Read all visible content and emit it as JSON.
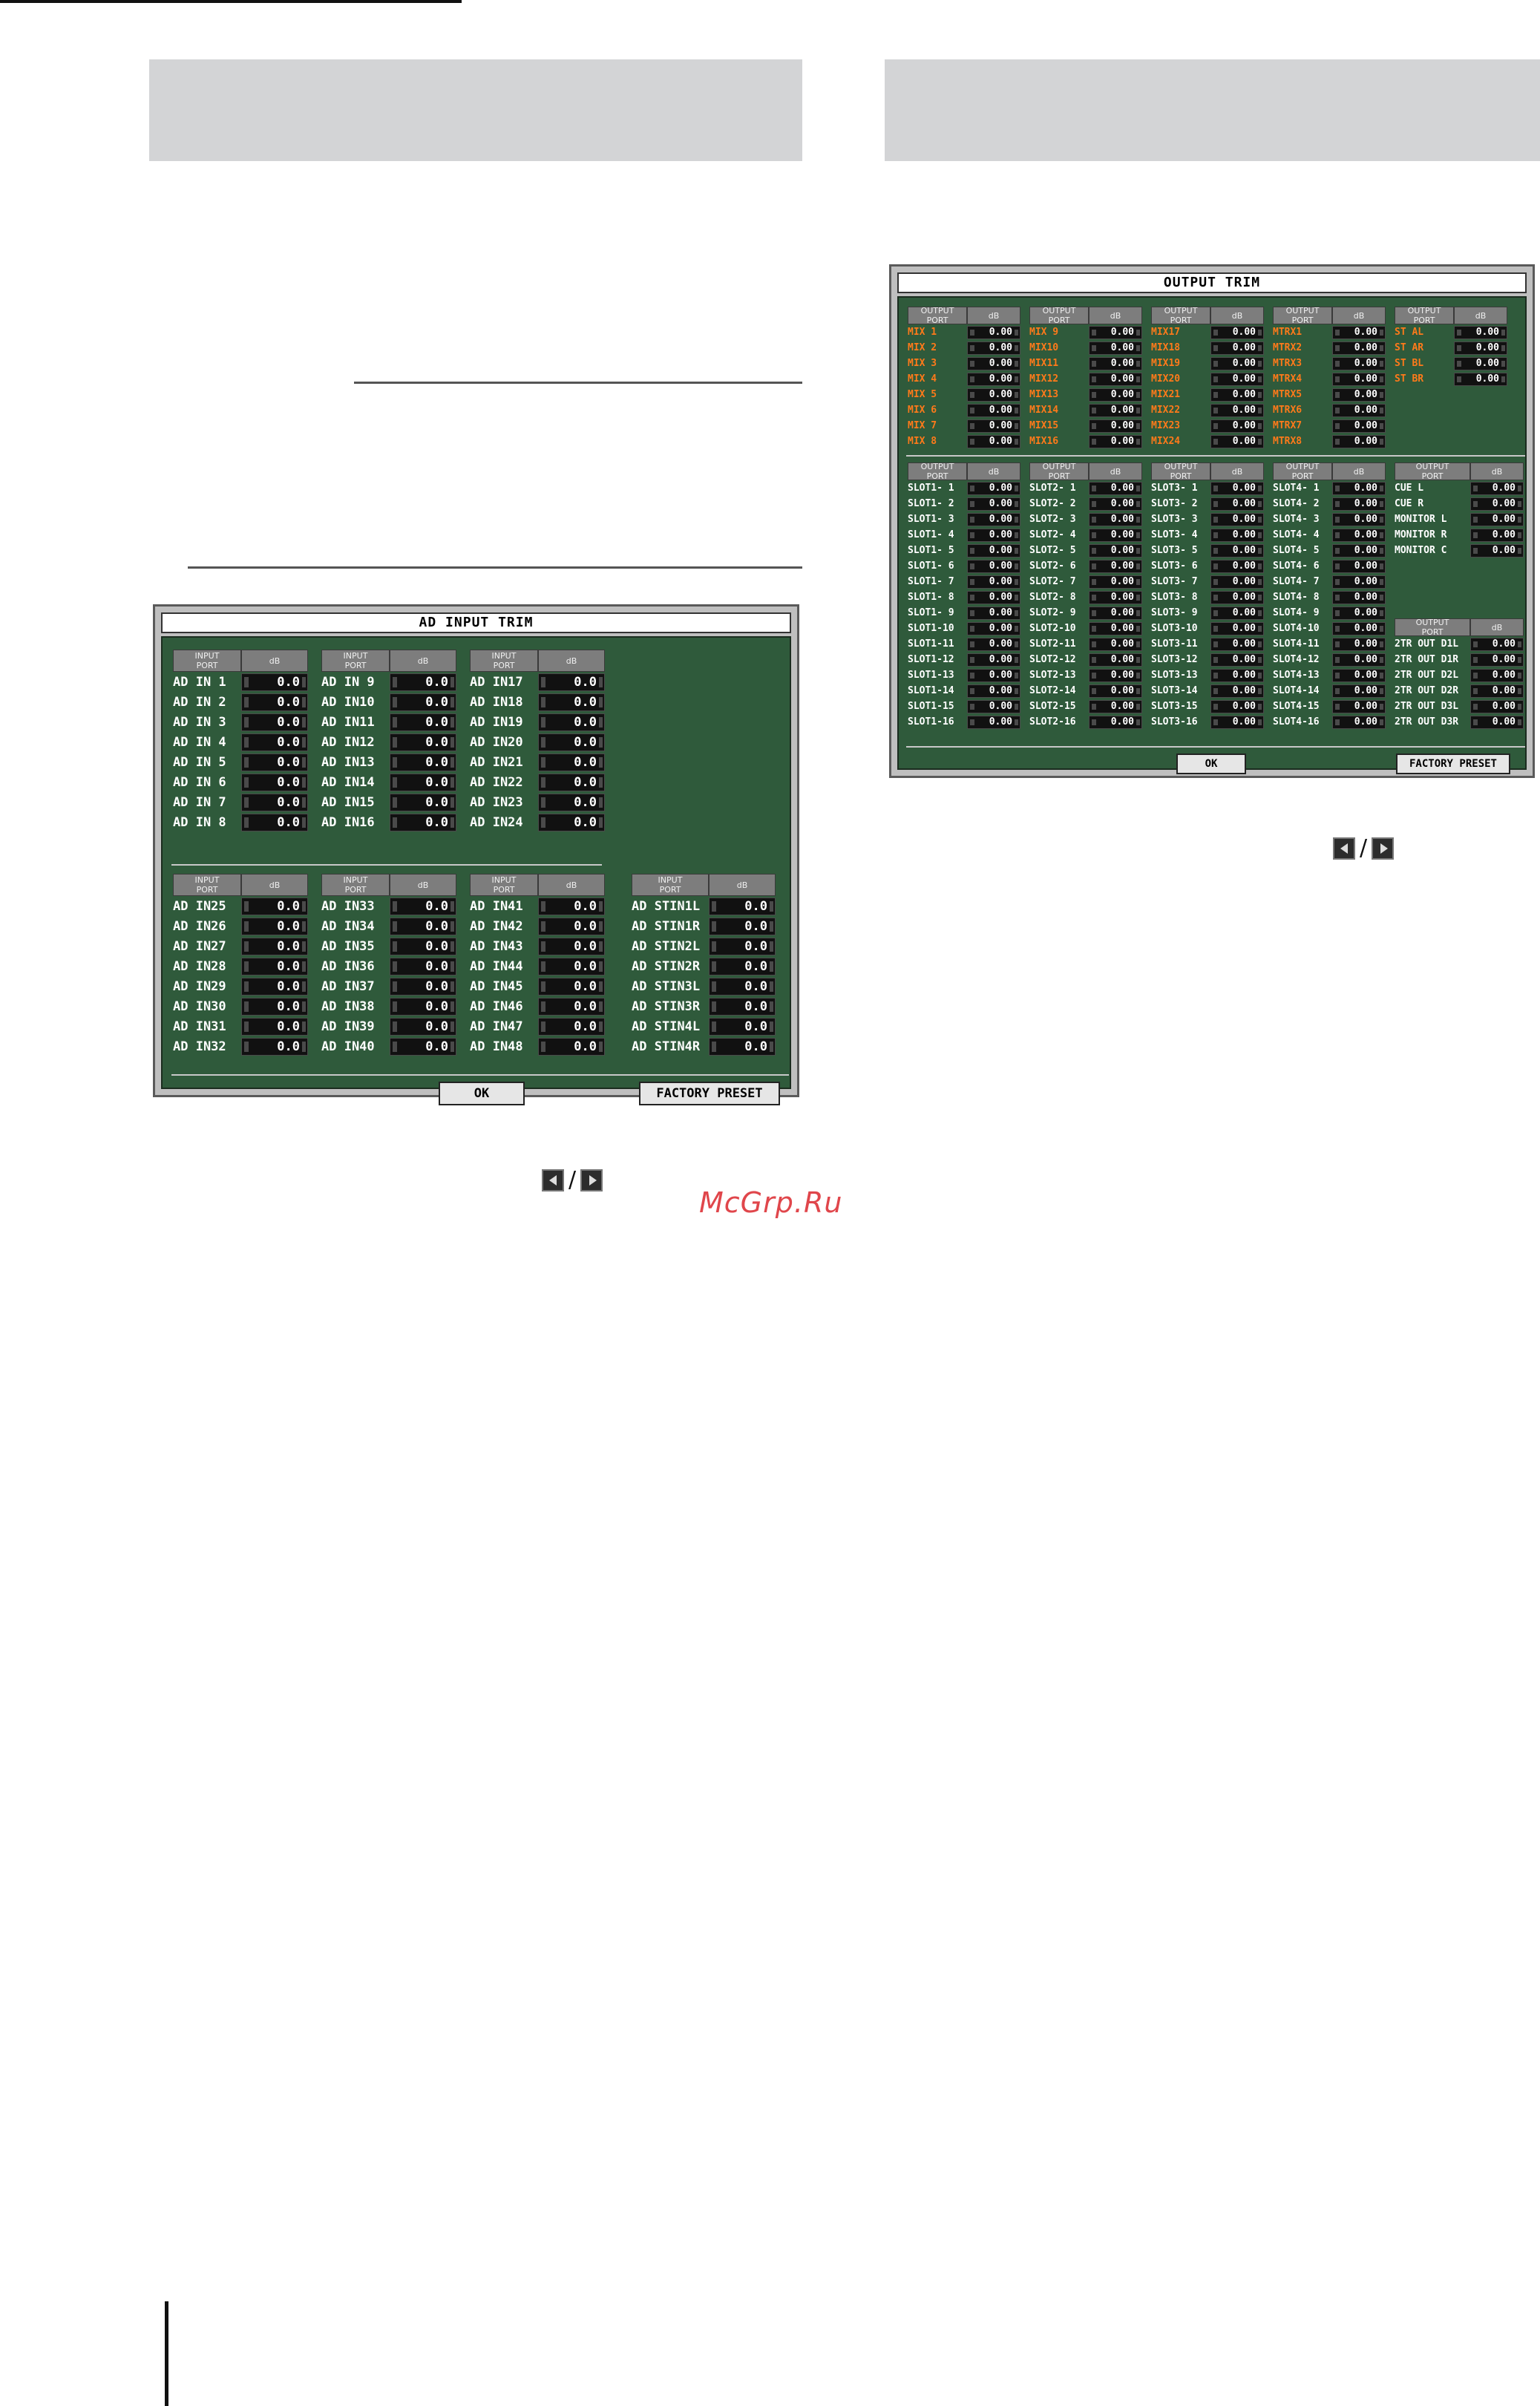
{
  "brand": "McGrp.Ru",
  "nav_sep": "/",
  "ad_input_trim": {
    "title": "AD INPUT TRIM",
    "head_port": "INPUT\nPORT",
    "head_db": "dB",
    "ok": "OK",
    "factory_preset": "FACTORY PRESET",
    "groups_top": [
      {
        "rows": [
          [
            "AD IN 1",
            "0.0"
          ],
          [
            "AD IN 2",
            "0.0"
          ],
          [
            "AD IN 3",
            "0.0"
          ],
          [
            "AD IN 4",
            "0.0"
          ],
          [
            "AD IN 5",
            "0.0"
          ],
          [
            "AD IN 6",
            "0.0"
          ],
          [
            "AD IN 7",
            "0.0"
          ],
          [
            "AD IN 8",
            "0.0"
          ]
        ]
      },
      {
        "rows": [
          [
            "AD IN 9",
            "0.0"
          ],
          [
            "AD IN10",
            "0.0"
          ],
          [
            "AD IN11",
            "0.0"
          ],
          [
            "AD IN12",
            "0.0"
          ],
          [
            "AD IN13",
            "0.0"
          ],
          [
            "AD IN14",
            "0.0"
          ],
          [
            "AD IN15",
            "0.0"
          ],
          [
            "AD IN16",
            "0.0"
          ]
        ]
      },
      {
        "rows": [
          [
            "AD IN17",
            "0.0"
          ],
          [
            "AD IN18",
            "0.0"
          ],
          [
            "AD IN19",
            "0.0"
          ],
          [
            "AD IN20",
            "0.0"
          ],
          [
            "AD IN21",
            "0.0"
          ],
          [
            "AD IN22",
            "0.0"
          ],
          [
            "AD IN23",
            "0.0"
          ],
          [
            "AD IN24",
            "0.0"
          ]
        ]
      }
    ],
    "groups_bottom": [
      {
        "rows": [
          [
            "AD IN25",
            "0.0"
          ],
          [
            "AD IN26",
            "0.0"
          ],
          [
            "AD IN27",
            "0.0"
          ],
          [
            "AD IN28",
            "0.0"
          ],
          [
            "AD IN29",
            "0.0"
          ],
          [
            "AD IN30",
            "0.0"
          ],
          [
            "AD IN31",
            "0.0"
          ],
          [
            "AD IN32",
            "0.0"
          ]
        ]
      },
      {
        "rows": [
          [
            "AD IN33",
            "0.0"
          ],
          [
            "AD IN34",
            "0.0"
          ],
          [
            "AD IN35",
            "0.0"
          ],
          [
            "AD IN36",
            "0.0"
          ],
          [
            "AD IN37",
            "0.0"
          ],
          [
            "AD IN38",
            "0.0"
          ],
          [
            "AD IN39",
            "0.0"
          ],
          [
            "AD IN40",
            "0.0"
          ]
        ]
      },
      {
        "rows": [
          [
            "AD IN41",
            "0.0"
          ],
          [
            "AD IN42",
            "0.0"
          ],
          [
            "AD IN43",
            "0.0"
          ],
          [
            "AD IN44",
            "0.0"
          ],
          [
            "AD IN45",
            "0.0"
          ],
          [
            "AD IN46",
            "0.0"
          ],
          [
            "AD IN47",
            "0.0"
          ],
          [
            "AD IN48",
            "0.0"
          ]
        ]
      },
      {
        "rows": [
          [
            "AD STIN1L",
            "0.0"
          ],
          [
            "AD STIN1R",
            "0.0"
          ],
          [
            "AD STIN2L",
            "0.0"
          ],
          [
            "AD STIN2R",
            "0.0"
          ],
          [
            "AD STIN3L",
            "0.0"
          ],
          [
            "AD STIN3R",
            "0.0"
          ],
          [
            "AD STIN4L",
            "0.0"
          ],
          [
            "AD STIN4R",
            "0.0"
          ]
        ]
      }
    ]
  },
  "output_trim": {
    "title": "OUTPUT TRIM",
    "head_port": "OUTPUT\nPORT",
    "head_db": "dB",
    "ok": "OK",
    "factory_preset": "FACTORY PRESET",
    "groups_top": [
      {
        "rows": [
          [
            "MIX 1",
            "0.00"
          ],
          [
            "MIX 2",
            "0.00"
          ],
          [
            "MIX 3",
            "0.00"
          ],
          [
            "MIX 4",
            "0.00"
          ],
          [
            "MIX 5",
            "0.00"
          ],
          [
            "MIX 6",
            "0.00"
          ],
          [
            "MIX 7",
            "0.00"
          ],
          [
            "MIX 8",
            "0.00"
          ]
        ]
      },
      {
        "rows": [
          [
            "MIX 9",
            "0.00"
          ],
          [
            "MIX10",
            "0.00"
          ],
          [
            "MIX11",
            "0.00"
          ],
          [
            "MIX12",
            "0.00"
          ],
          [
            "MIX13",
            "0.00"
          ],
          [
            "MIX14",
            "0.00"
          ],
          [
            "MIX15",
            "0.00"
          ],
          [
            "MIX16",
            "0.00"
          ]
        ]
      },
      {
        "rows": [
          [
            "MIX17",
            "0.00"
          ],
          [
            "MIX18",
            "0.00"
          ],
          [
            "MIX19",
            "0.00"
          ],
          [
            "MIX20",
            "0.00"
          ],
          [
            "MIX21",
            "0.00"
          ],
          [
            "MIX22",
            "0.00"
          ],
          [
            "MIX23",
            "0.00"
          ],
          [
            "MIX24",
            "0.00"
          ]
        ]
      },
      {
        "rows": [
          [
            "MTRX1",
            "0.00"
          ],
          [
            "MTRX2",
            "0.00"
          ],
          [
            "MTRX3",
            "0.00"
          ],
          [
            "MTRX4",
            "0.00"
          ],
          [
            "MTRX5",
            "0.00"
          ],
          [
            "MTRX6",
            "0.00"
          ],
          [
            "MTRX7",
            "0.00"
          ],
          [
            "MTRX8",
            "0.00"
          ]
        ]
      },
      {
        "rows": [
          [
            "ST AL",
            "0.00"
          ],
          [
            "ST AR",
            "0.00"
          ],
          [
            "ST BL",
            "0.00"
          ],
          [
            "ST BR",
            "0.00"
          ]
        ]
      }
    ],
    "groups_slot": [
      {
        "rows": [
          [
            "SLOT1- 1",
            "0.00"
          ],
          [
            "SLOT1- 2",
            "0.00"
          ],
          [
            "SLOT1- 3",
            "0.00"
          ],
          [
            "SLOT1- 4",
            "0.00"
          ],
          [
            "SLOT1- 5",
            "0.00"
          ],
          [
            "SLOT1- 6",
            "0.00"
          ],
          [
            "SLOT1- 7",
            "0.00"
          ],
          [
            "SLOT1- 8",
            "0.00"
          ],
          [
            "SLOT1- 9",
            "0.00"
          ],
          [
            "SLOT1-10",
            "0.00"
          ],
          [
            "SLOT1-11",
            "0.00"
          ],
          [
            "SLOT1-12",
            "0.00"
          ],
          [
            "SLOT1-13",
            "0.00"
          ],
          [
            "SLOT1-14",
            "0.00"
          ],
          [
            "SLOT1-15",
            "0.00"
          ],
          [
            "SLOT1-16",
            "0.00"
          ]
        ]
      },
      {
        "rows": [
          [
            "SLOT2- 1",
            "0.00"
          ],
          [
            "SLOT2- 2",
            "0.00"
          ],
          [
            "SLOT2- 3",
            "0.00"
          ],
          [
            "SLOT2- 4",
            "0.00"
          ],
          [
            "SLOT2- 5",
            "0.00"
          ],
          [
            "SLOT2- 6",
            "0.00"
          ],
          [
            "SLOT2- 7",
            "0.00"
          ],
          [
            "SLOT2- 8",
            "0.00"
          ],
          [
            "SLOT2- 9",
            "0.00"
          ],
          [
            "SLOT2-10",
            "0.00"
          ],
          [
            "SLOT2-11",
            "0.00"
          ],
          [
            "SLOT2-12",
            "0.00"
          ],
          [
            "SLOT2-13",
            "0.00"
          ],
          [
            "SLOT2-14",
            "0.00"
          ],
          [
            "SLOT2-15",
            "0.00"
          ],
          [
            "SLOT2-16",
            "0.00"
          ]
        ]
      },
      {
        "rows": [
          [
            "SLOT3- 1",
            "0.00"
          ],
          [
            "SLOT3- 2",
            "0.00"
          ],
          [
            "SLOT3- 3",
            "0.00"
          ],
          [
            "SLOT3- 4",
            "0.00"
          ],
          [
            "SLOT3- 5",
            "0.00"
          ],
          [
            "SLOT3- 6",
            "0.00"
          ],
          [
            "SLOT3- 7",
            "0.00"
          ],
          [
            "SLOT3- 8",
            "0.00"
          ],
          [
            "SLOT3- 9",
            "0.00"
          ],
          [
            "SLOT3-10",
            "0.00"
          ],
          [
            "SLOT3-11",
            "0.00"
          ],
          [
            "SLOT3-12",
            "0.00"
          ],
          [
            "SLOT3-13",
            "0.00"
          ],
          [
            "SLOT3-14",
            "0.00"
          ],
          [
            "SLOT3-15",
            "0.00"
          ],
          [
            "SLOT3-16",
            "0.00"
          ]
        ]
      },
      {
        "rows": [
          [
            "SLOT4- 1",
            "0.00"
          ],
          [
            "SLOT4- 2",
            "0.00"
          ],
          [
            "SLOT4- 3",
            "0.00"
          ],
          [
            "SLOT4- 4",
            "0.00"
          ],
          [
            "SLOT4- 5",
            "0.00"
          ],
          [
            "SLOT4- 6",
            "0.00"
          ],
          [
            "SLOT4- 7",
            "0.00"
          ],
          [
            "SLOT4- 8",
            "0.00"
          ],
          [
            "SLOT4- 9",
            "0.00"
          ],
          [
            "SLOT4-10",
            "0.00"
          ],
          [
            "SLOT4-11",
            "0.00"
          ],
          [
            "SLOT4-12",
            "0.00"
          ],
          [
            "SLOT4-13",
            "0.00"
          ],
          [
            "SLOT4-14",
            "0.00"
          ],
          [
            "SLOT4-15",
            "0.00"
          ],
          [
            "SLOT4-16",
            "0.00"
          ]
        ]
      }
    ],
    "group_monitor": {
      "rows": [
        [
          "CUE L",
          "0.00"
        ],
        [
          "CUE R",
          "0.00"
        ],
        [
          "MONITOR L",
          "0.00"
        ],
        [
          "MONITOR R",
          "0.00"
        ],
        [
          "MONITOR C",
          "0.00"
        ]
      ]
    },
    "group_2tr": {
      "rows": [
        [
          "2TR OUT D1L",
          "0.00"
        ],
        [
          "2TR OUT D1R",
          "0.00"
        ],
        [
          "2TR OUT D2L",
          "0.00"
        ],
        [
          "2TR OUT D2R",
          "0.00"
        ],
        [
          "2TR OUT D3L",
          "0.00"
        ],
        [
          "2TR OUT D3R",
          "0.00"
        ]
      ]
    }
  }
}
